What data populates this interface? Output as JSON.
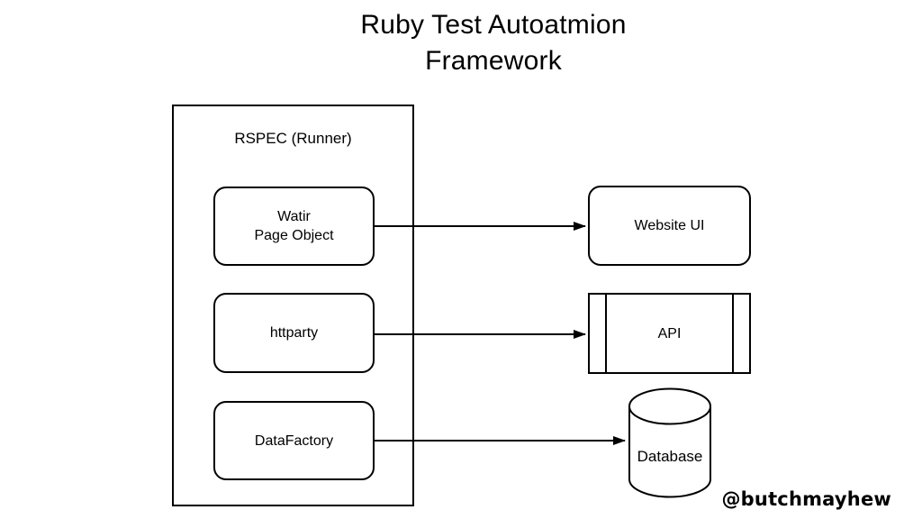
{
  "title": "Ruby Test Autoatmion\nFramework",
  "container": {
    "label": "RSPEC (Runner)"
  },
  "nodes": {
    "watir": "Watir\nPage Object",
    "httparty": "httparty",
    "datafactory": "DataFactory",
    "website_ui": "Website UI",
    "api": "API",
    "database": "Database"
  },
  "edges": [
    {
      "from": "Watir Page Object",
      "to": "Website UI"
    },
    {
      "from": "httparty",
      "to": "API"
    },
    {
      "from": "DataFactory",
      "to": "Database"
    }
  ],
  "attribution": "@butchmayhew",
  "colors": {
    "stroke": "#000000",
    "background": "#ffffff",
    "text": "#000000"
  }
}
